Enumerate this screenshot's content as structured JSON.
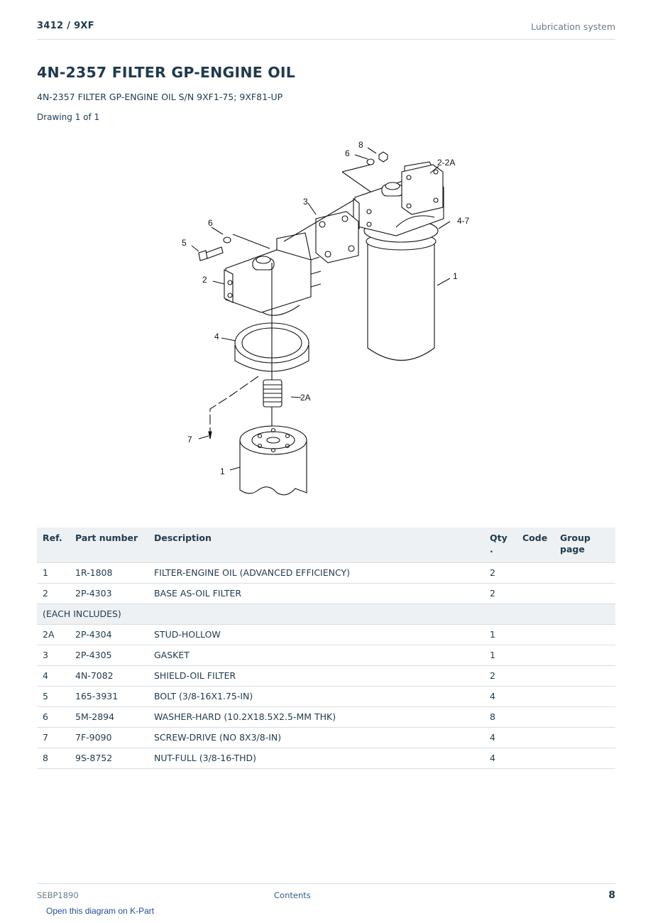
{
  "header": {
    "model": "3412  /  9XF",
    "section": "Lubrication system"
  },
  "title": "4N-2357 FILTER GP-ENGINE OIL",
  "subtitle": "4N-2357 FILTER GP-ENGINE OIL S/N 9XF1-75; 9XF81-UP",
  "drawing_label": "Drawing 1 of 1",
  "diagram": {
    "callouts": {
      "c8": "8",
      "c6a": "6",
      "c22a": "2-2A",
      "c3": "3",
      "c47": "4-7",
      "c6b": "6",
      "c5": "5",
      "c2": "2",
      "c1a": "1",
      "c4": "4",
      "c2a": "2A",
      "c7": "7",
      "c1b": "1"
    }
  },
  "table": {
    "headers": {
      "ref": "Ref.",
      "part": "Part number",
      "desc": "Description",
      "qty": "Qty\n.",
      "code": "Code",
      "group": "Group\npage"
    },
    "rows": [
      {
        "ref": "1",
        "part": "1R-1808",
        "desc": "FILTER-ENGINE OIL (ADVANCED EFFICIENCY)",
        "qty": "2"
      },
      {
        "ref": "2",
        "part": "2P-4303",
        "desc": "BASE AS-OIL FILTER",
        "qty": "2"
      },
      {
        "note": "(EACH INCLUDES)"
      },
      {
        "ref": "2A",
        "part": "2P-4304",
        "desc": "STUD-HOLLOW",
        "qty": "1"
      },
      {
        "ref": "3",
        "part": "2P-4305",
        "desc": "GASKET",
        "qty": "1"
      },
      {
        "ref": "4",
        "part": "4N-7082",
        "desc": "SHIELD-OIL FILTER",
        "qty": "2"
      },
      {
        "ref": "5",
        "part": "165-3931",
        "desc": "BOLT (3/8-16X1.75-IN)",
        "qty": "4"
      },
      {
        "ref": "6",
        "part": "5M-2894",
        "desc": "WASHER-HARD (10.2X18.5X2.5-MM THK)",
        "qty": "8"
      },
      {
        "ref": "7",
        "part": "7F-9090",
        "desc": "SCREW-DRIVE (NO 8X3/8-IN)",
        "qty": "4"
      },
      {
        "ref": "8",
        "part": "9S-8752",
        "desc": "NUT-FULL (3/8-16-THD)",
        "qty": "4"
      }
    ]
  },
  "footer": {
    "doc": "SEBP1890",
    "contents": "Contents",
    "page": "8"
  },
  "kpart_link": "Open this diagram on K-Part"
}
